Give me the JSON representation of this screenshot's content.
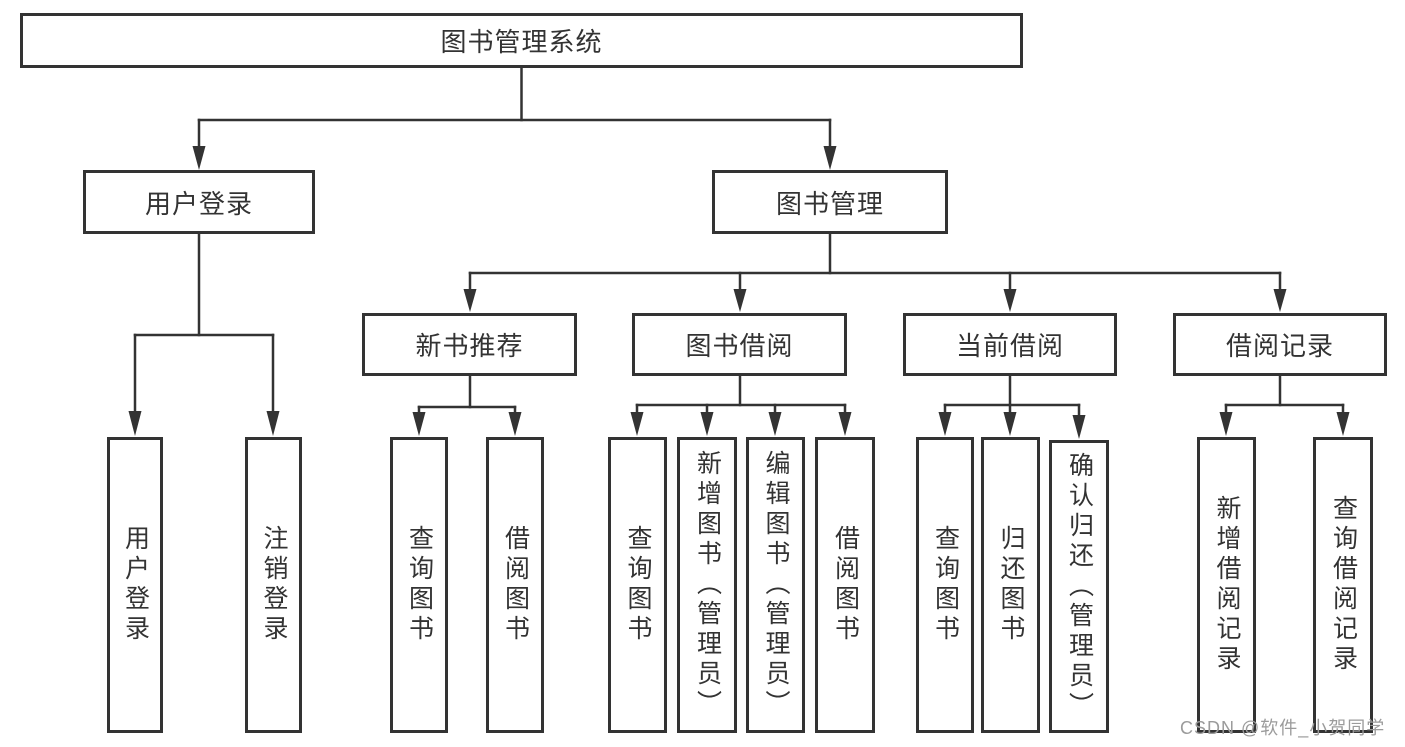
{
  "type": "hierarchy-diagram",
  "root": "图书管理系统",
  "level2": [
    {
      "label": "用户登录",
      "leaves": [
        "用户登录",
        "注销登录"
      ]
    },
    {
      "label": "图书管理",
      "sections": [
        {
          "label": "新书推荐",
          "leaves": [
            "查询图书",
            "借阅图书"
          ]
        },
        {
          "label": "图书借阅",
          "leaves": [
            "查询图书",
            "新增图书（管理员）",
            "编辑图书（管理员）",
            "借阅图书"
          ]
        },
        {
          "label": "当前借阅",
          "leaves": [
            "查询图书",
            "归还图书",
            "确认归还（管理员）"
          ]
        },
        {
          "label": "借阅记录",
          "leaves": [
            "新增借阅记录",
            "查询借阅记录"
          ]
        }
      ]
    }
  ],
  "watermark": "CSDN @软件_小贺同学",
  "colors": {
    "line": "#333333",
    "text": "#333333",
    "background": "#ffffff",
    "watermark": "#9b9b9b"
  }
}
